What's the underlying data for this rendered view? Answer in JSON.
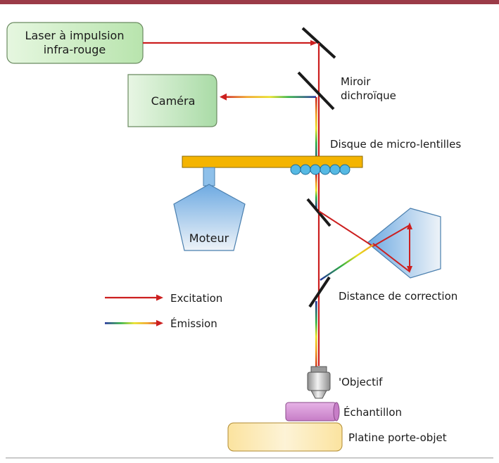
{
  "colors": {
    "top_rule": "#9b3b48",
    "excitation": "#cc1f1f",
    "mirror": "#1a1a1a",
    "laser_box": "#cfeec5",
    "camera_box": "#c4e6c3",
    "disk": "#f4b400",
    "lenses": "#56b9e3",
    "motor": "#7fb6e4",
    "prism": "#88bfe9",
    "objective": "#b4b4b4",
    "sample": "#d08bd0",
    "stage": "#fbe7b3",
    "bottom_rule": "#b9b9b9"
  },
  "labels": {
    "laser_line1": "Laser à impulsion",
    "laser_line2": "infra-rouge",
    "camera": "Caméra",
    "mirror_line1": "Miroir",
    "mirror_line2": "dichroïque",
    "microlens": "Disque de micro-lentilles",
    "motor": "Moteur",
    "correction": "Distance de correction",
    "objective": "'Objectif",
    "sample": "Échantillon",
    "stage": "Platine porte-objet"
  },
  "legend": {
    "excitation": "Excitation",
    "emission": "Émission"
  }
}
